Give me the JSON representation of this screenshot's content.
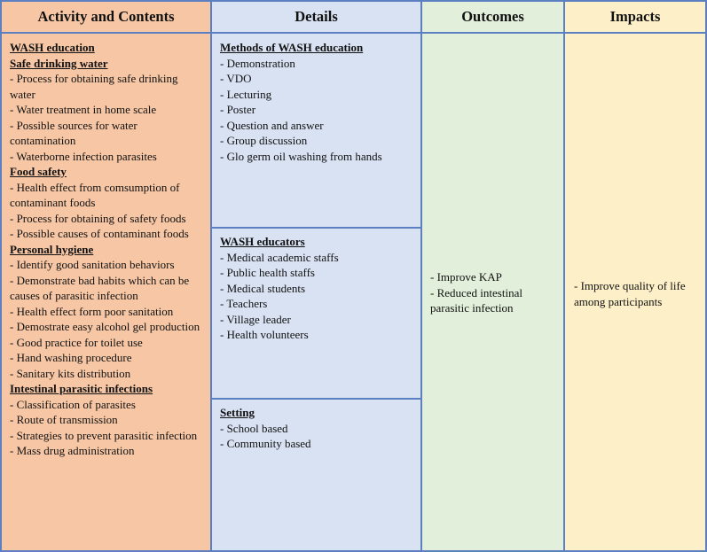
{
  "headers": {
    "activity": "Activity and Contents",
    "details": "Details",
    "outcomes": "Outcomes",
    "impacts": "Impacts"
  },
  "activity": {
    "title": "WASH education",
    "sections": [
      {
        "heading": "Safe drinking water",
        "items": [
          "- Process for obtaining safe drinking water",
          "- Water treatment in home scale",
          "- Possible sources for water contamination",
          "- Waterborne infection parasites"
        ]
      },
      {
        "heading": "Food safety",
        "items": [
          "- Health effect from comsumption of contaminant foods",
          "- Process for obtaining of safety foods",
          "- Possible causes of contaminant foods"
        ]
      },
      {
        "heading": "Personal hygiene",
        "items": [
          "- Identify good sanitation behaviors",
          "- Demonstrate bad habits which can be causes of parasitic infection",
          "- Health effect form poor sanitation",
          "- Demostrate easy alcohol gel production",
          "- Good practice for toilet use",
          "- Hand washing procedure",
          "- Sanitary kits distribution"
        ]
      },
      {
        "heading": "Intestinal parasitic infections",
        "items": [
          "- Classification of parasites",
          "- Route of transmission",
          "- Strategies to prevent parasitic infection",
          "- Mass drug administration"
        ]
      }
    ]
  },
  "details": [
    {
      "heading": "Methods of WASH education",
      "items": [
        "- Demonstration",
        "- VDO",
        "- Lecturing",
        "- Poster",
        "- Question and answer",
        "- Group discussion",
        "- Glo germ oil washing from hands"
      ]
    },
    {
      "heading": "WASH educators",
      "items": [
        "- Medical academic staffs",
        "- Public health staffs",
        "- Medical students",
        "- Teachers",
        "- Village leader",
        "- Health volunteers"
      ]
    },
    {
      "heading": "Setting",
      "items": [
        "- School based",
        "- Community based"
      ]
    }
  ],
  "outcomes": {
    "items": [
      "- Improve KAP",
      "- Reduced intestinal parasitic infection"
    ]
  },
  "impacts": {
    "items": [
      "- Improve quality of life among participants"
    ]
  },
  "colors": {
    "activity": "#f7c7a5",
    "details": "#d9e2f3",
    "outcomes": "#e2efda",
    "impacts": "#fdf0c8",
    "border": "#5b7fc0"
  }
}
